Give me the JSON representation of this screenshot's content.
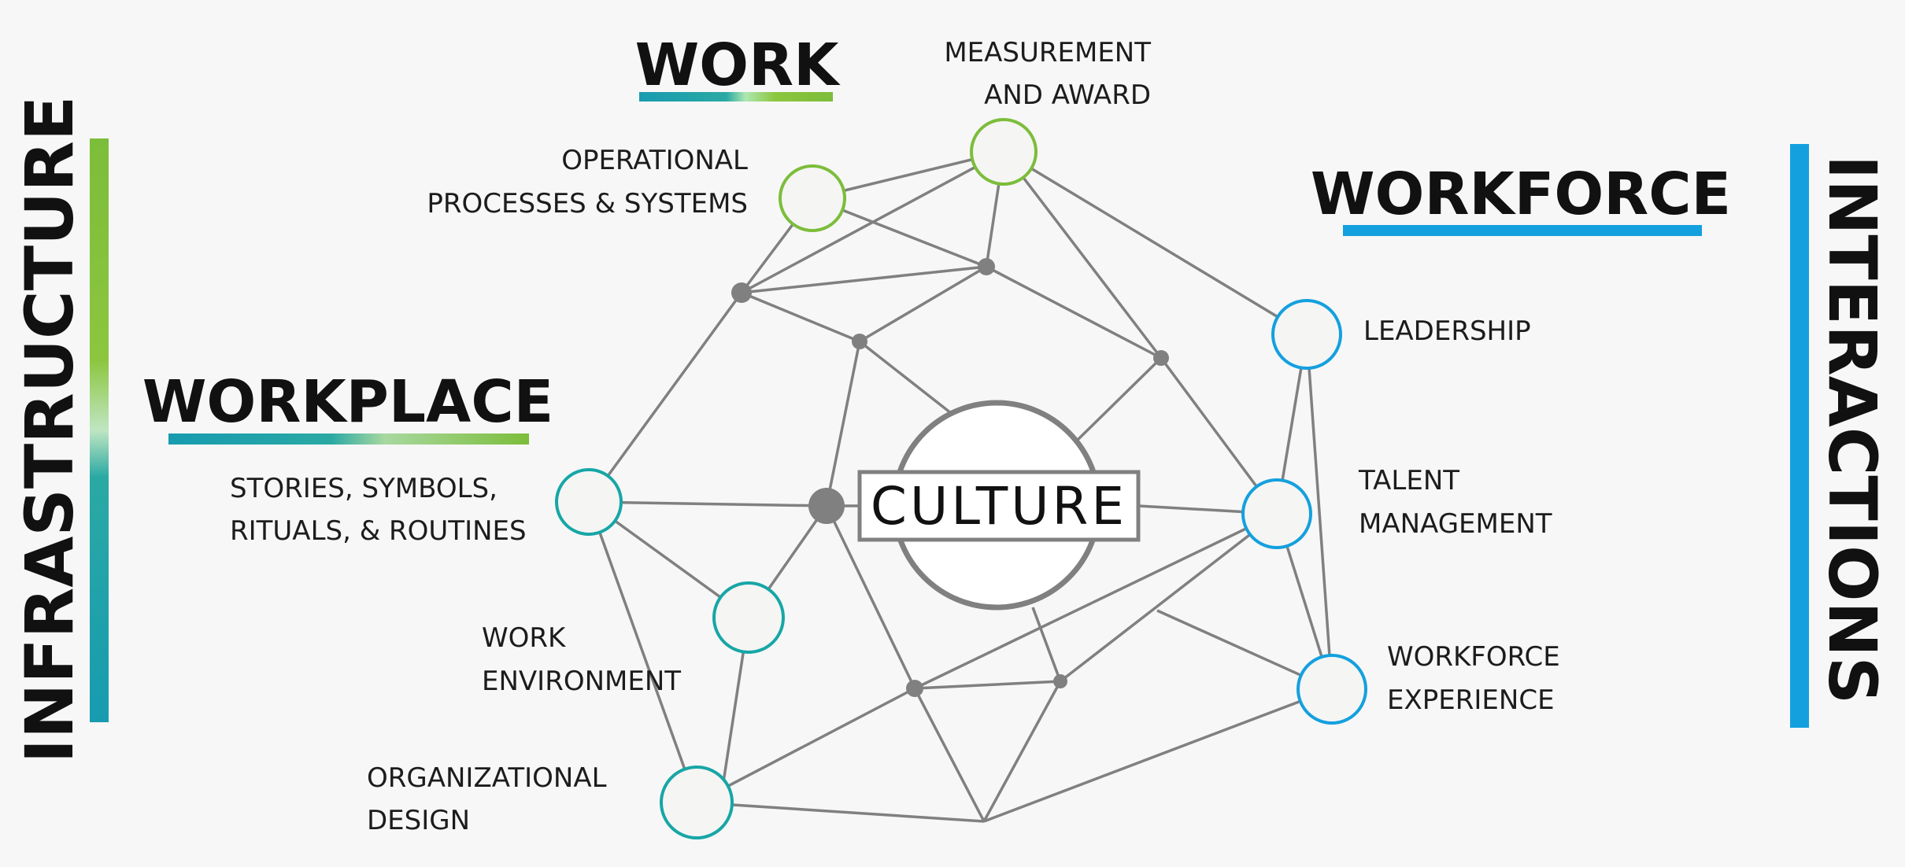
{
  "sides": {
    "left": "INFRASTRUCTURE",
    "right": "INTERACTIONS"
  },
  "headings": {
    "work": "WORK",
    "workforce": "WORKFORCE",
    "workplace": "WORKPLACE"
  },
  "center": "CULTURE",
  "nodes": {
    "measurement": [
      "MEASUREMENT",
      "AND AWARD"
    ],
    "operational": [
      "OPERATIONAL",
      "PROCESSES & SYSTEMS"
    ],
    "stories": [
      "STORIES, SYMBOLS,",
      "RITUALS, & ROUTINES"
    ],
    "environment": [
      "WORK",
      "ENVIRONMENT"
    ],
    "orgdesign": [
      "ORGANIZATIONAL",
      "DESIGN"
    ],
    "leadership": [
      "LEADERSHIP"
    ],
    "talent": [
      "TALENT",
      "MANAGEMENT"
    ],
    "experience": [
      "WORKFORCE",
      "EXPERIENCE"
    ]
  },
  "colors": {
    "green": "#7cbd3a",
    "teal": "#17a6a6",
    "blue": "#14a0de",
    "edge": "#808080",
    "node_fill": "#f5f5f4"
  }
}
